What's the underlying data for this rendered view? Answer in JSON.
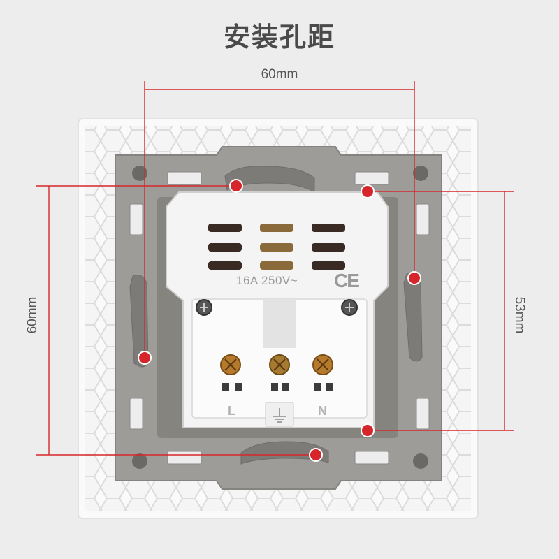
{
  "title": "安装孔距",
  "dimensions": {
    "horizontal": "60mm",
    "vertical_left": "60mm",
    "vertical_right": "53mm"
  },
  "socket": {
    "rating": "16A 250V~",
    "certification": "CE",
    "terminal_left": "L",
    "terminal_right": "N",
    "earth_symbol": "⏚"
  },
  "colors": {
    "accent": "#d7262b",
    "frame": "#9e9c98",
    "module": "#f4f4f4",
    "background": "#ededed"
  }
}
